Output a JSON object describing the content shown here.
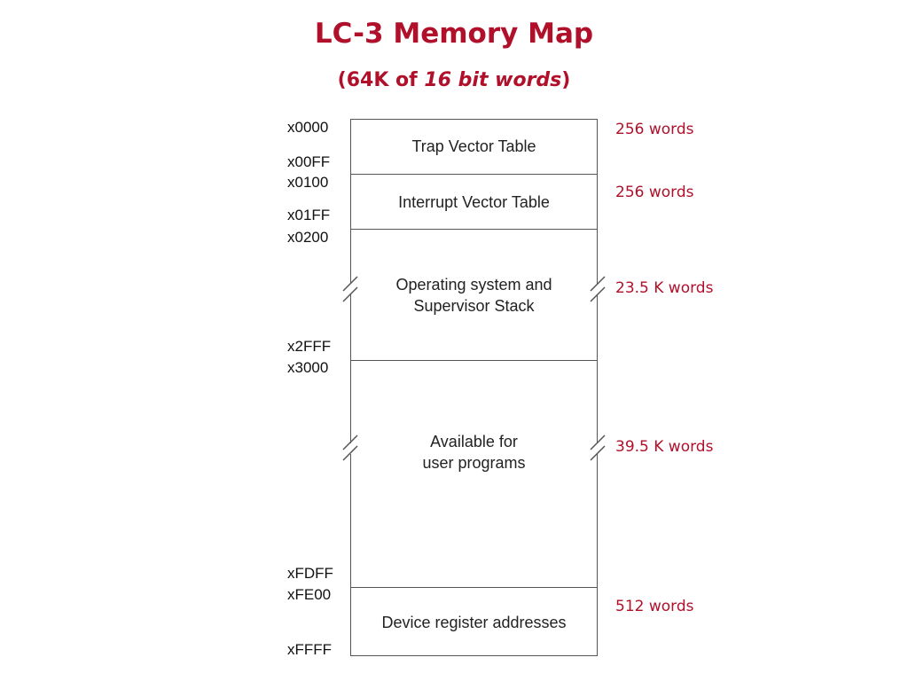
{
  "header": {
    "title": "LC-3 Memory Map",
    "subtitle_prefix": "(64K of ",
    "subtitle_italic": "16 bit words",
    "subtitle_suffix": ")"
  },
  "addresses": {
    "a0": "x0000",
    "a1": "x00FF",
    "a2": "x0100",
    "a3": "x01FF",
    "a4": "x0200",
    "a5": "x2FFF",
    "a6": "x3000",
    "a7": "xFDFF",
    "a8": "xFE00",
    "a9": "xFFFF"
  },
  "regions": {
    "r0": {
      "line1": "Trap Vector Table",
      "line2": ""
    },
    "r1": {
      "line1": "Interrupt Vector Table",
      "line2": ""
    },
    "r2": {
      "line1": "Operating system and",
      "line2": "Supervisor Stack"
    },
    "r3": {
      "line1": "Available for",
      "line2": "user programs"
    },
    "r4": {
      "line1": "Device register addresses",
      "line2": ""
    }
  },
  "sizes": {
    "s0": "256 words",
    "s1": "256 words",
    "s2": "23.5 K words",
    "s3": "39.5 K words",
    "s4": "512 words"
  },
  "colors": {
    "accent": "#b0102a",
    "text": "#222222",
    "border": "#555555"
  }
}
